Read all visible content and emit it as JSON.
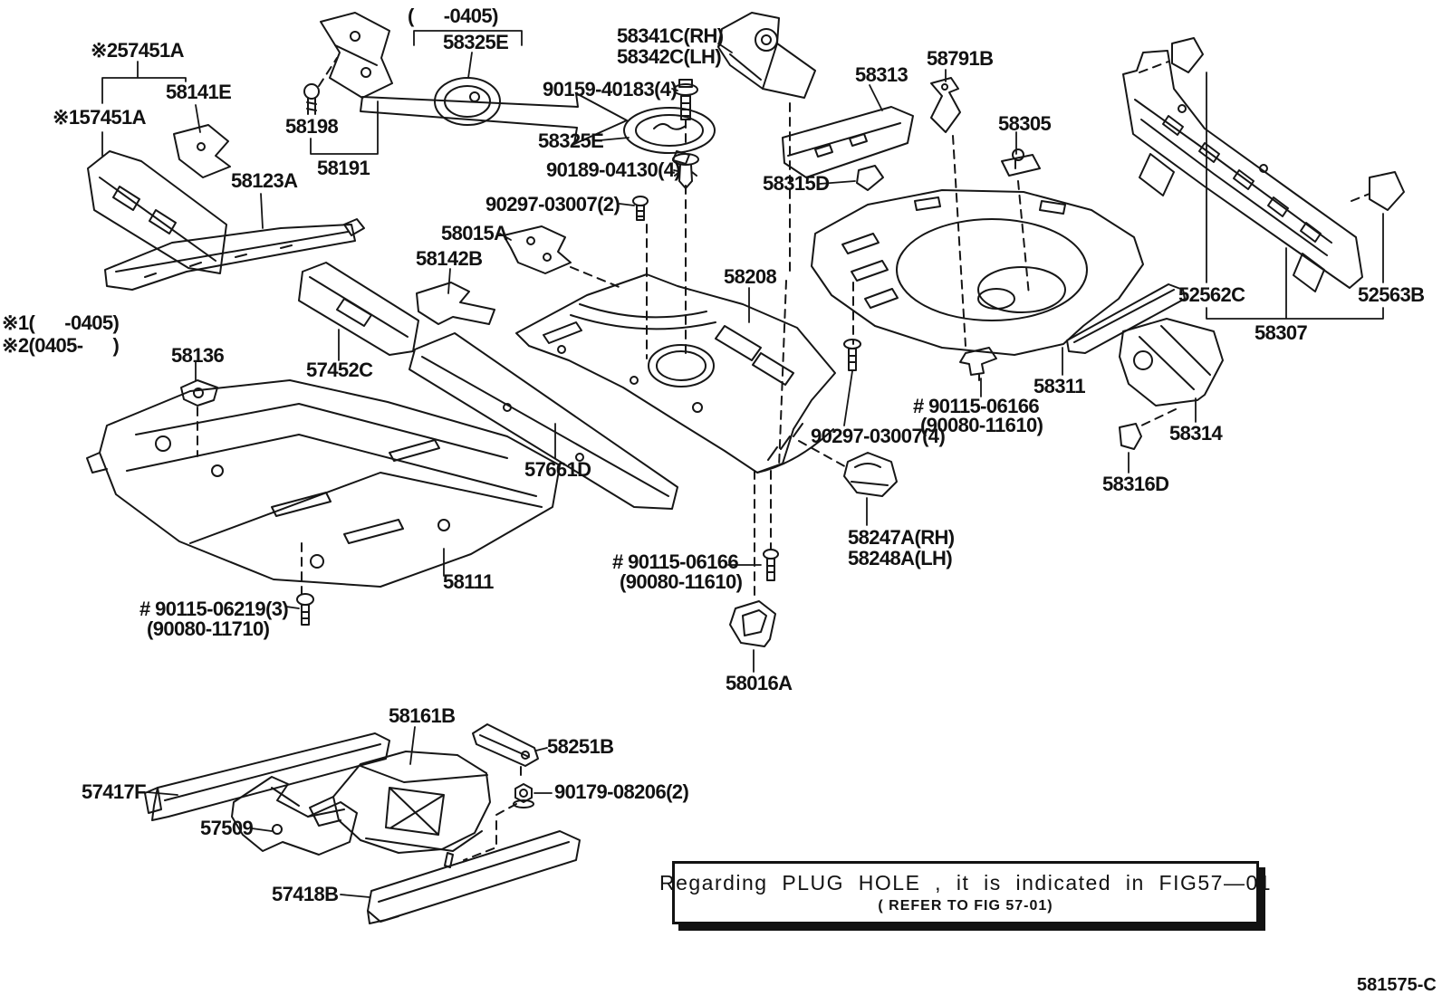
{
  "figure": {
    "labels": [
      {
        "id": "57451a-x2",
        "text": "※257451A"
      },
      {
        "id": "58141e",
        "text": "58141E"
      },
      {
        "id": "57451a-x1",
        "text": "※157451A"
      },
      {
        "id": "58198",
        "text": "58198"
      },
      {
        "id": "58191",
        "text": "58191"
      },
      {
        "id": "58123a",
        "text": "58123A"
      },
      {
        "id": "range-0405",
        "text": "(      -0405)"
      },
      {
        "id": "58325e-top",
        "text": "58325E"
      },
      {
        "id": "58341c-rh",
        "text": "58341C(RH)"
      },
      {
        "id": "58342c-lh",
        "text": "58342C(LH)"
      },
      {
        "id": "90159-40183",
        "text": "90159-40183(4)"
      },
      {
        "id": "58325e-mid",
        "text": "58325E"
      },
      {
        "id": "90189-04130",
        "text": "90189-04130(4)"
      },
      {
        "id": "90297-03007-2",
        "text": "90297-03007(2)"
      },
      {
        "id": "58313",
        "text": "58313"
      },
      {
        "id": "58791b",
        "text": "58791B"
      },
      {
        "id": "58305",
        "text": "58305"
      },
      {
        "id": "58315d",
        "text": "58315D"
      },
      {
        "id": "52562c",
        "text": "52562C"
      },
      {
        "id": "52563b",
        "text": "52563B"
      },
      {
        "id": "58307",
        "text": "58307"
      },
      {
        "id": "legend-1",
        "text": "※1(      -0405)"
      },
      {
        "id": "legend-2",
        "text": "※2(0405-      )"
      },
      {
        "id": "58136",
        "text": "58136"
      },
      {
        "id": "57452c",
        "text": "57452C"
      },
      {
        "id": "58142b",
        "text": "58142B"
      },
      {
        "id": "58015a",
        "text": "58015A"
      },
      {
        "id": "58208",
        "text": "58208"
      },
      {
        "id": "58311",
        "text": "58311"
      },
      {
        "id": "90115-06166-r",
        "text": "# 90115-06166"
      },
      {
        "id": "90080-11610-r",
        "text": "(90080-11610)"
      },
      {
        "id": "90297-03007-4",
        "text": "90297-03007(4)"
      },
      {
        "id": "58314",
        "text": "58314"
      },
      {
        "id": "58316d",
        "text": "58316D"
      },
      {
        "id": "57661d",
        "text": "57661D"
      },
      {
        "id": "58247a-rh",
        "text": "58247A(RH)"
      },
      {
        "id": "58248a-lh",
        "text": "58248A(LH)"
      },
      {
        "id": "90115-06166-l",
        "text": "# 90115-06166"
      },
      {
        "id": "90080-11610-l",
        "text": "(90080-11610)"
      },
      {
        "id": "58111",
        "text": "58111"
      },
      {
        "id": "90115-06219",
        "text": "# 90115-06219(3)"
      },
      {
        "id": "90080-11710",
        "text": "(90080-11710)"
      },
      {
        "id": "58016a",
        "text": "58016A"
      },
      {
        "id": "58161b",
        "text": "58161B"
      },
      {
        "id": "58251b",
        "text": "58251B"
      },
      {
        "id": "57417f",
        "text": "57417F"
      },
      {
        "id": "90179-08206",
        "text": "90179-08206(2)"
      },
      {
        "id": "57509",
        "text": "57509"
      },
      {
        "id": "57418b",
        "text": "57418B"
      }
    ],
    "note": {
      "line1": "Regarding  PLUG  HOLE  ,  it  is  indicated  in  FIG57—01",
      "line2": "( REFER TO FIG 57-01)"
    },
    "code": "581575-C",
    "ink_color": "#121212"
  }
}
